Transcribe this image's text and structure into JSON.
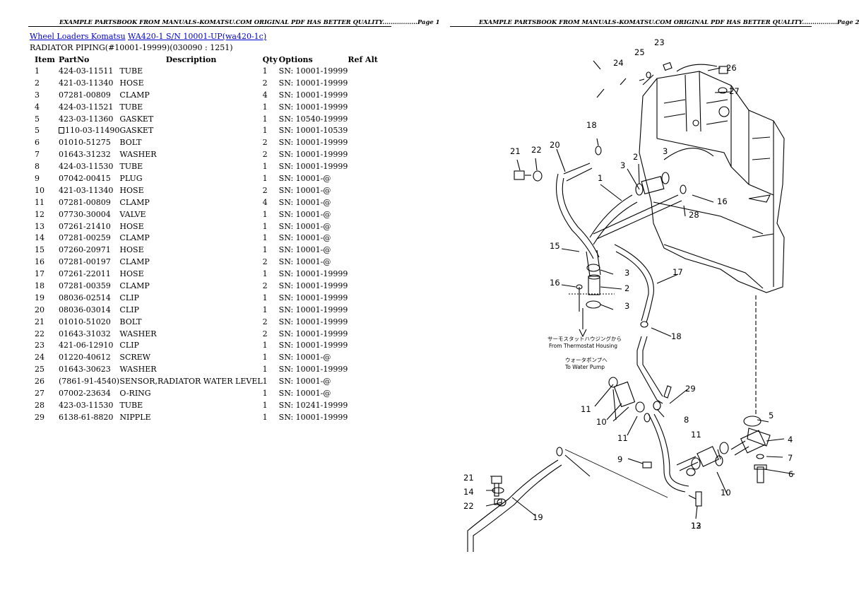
{
  "header": {
    "left": "EXAMPLE PARTSBOOK FROM MANUALS-KOMATSU.COM ORIGINAL PDF HAS BETTER QUALITY.................Page 1",
    "right": "EXAMPLE PARTSBOOK FROM MANUALS-KOMATSU.COM ORIGINAL PDF HAS BETTER QUALITY.................Page 2"
  },
  "breadcrumb": {
    "link1": "Wheel Loaders Komatsu",
    "link2": "WA420-1 S/N 10001-UP(wa420-1c)"
  },
  "subtitle": "RADIATOR PIPING(#10001-19999)(030090 : 1251)",
  "columns": {
    "item": "Item",
    "partno": "PartNo",
    "description": "Description",
    "qty": "Qty",
    "options": "Options",
    "refalt": "Ref Alt"
  },
  "rows": [
    {
      "item": "1",
      "partno": "424-03-11511",
      "desc": "TUBE",
      "qty": "1",
      "opt": "SN: 10001-19999"
    },
    {
      "item": "2",
      "partno": "421-03-11340",
      "desc": "HOSE",
      "qty": "2",
      "opt": "SN: 10001-19999"
    },
    {
      "item": "3",
      "partno": "07281-00809",
      "desc": "CLAMP",
      "qty": "4",
      "opt": "SN: 10001-19999"
    },
    {
      "item": "4",
      "partno": "424-03-11521",
      "desc": "TUBE",
      "qty": "1",
      "opt": "SN: 10001-19999"
    },
    {
      "item": "5",
      "partno": "423-03-11360",
      "desc": "GASKET",
      "qty": "1",
      "opt": "SN: 10540-19999"
    },
    {
      "item": "5",
      "partno": "110-03-11490",
      "desc": "GASKET",
      "qty": "1",
      "opt": "SN: 10001-10539",
      "box": true
    },
    {
      "item": "6",
      "partno": "01010-51275",
      "desc": "BOLT",
      "qty": "2",
      "opt": "SN: 10001-19999"
    },
    {
      "item": "7",
      "partno": "01643-31232",
      "desc": "WASHER",
      "qty": "2",
      "opt": "SN: 10001-19999"
    },
    {
      "item": "8",
      "partno": "424-03-11530",
      "desc": "TUBE",
      "qty": "1",
      "opt": "SN: 10001-19999"
    },
    {
      "item": "9",
      "partno": "07042-00415",
      "desc": "PLUG",
      "qty": "1",
      "opt": "SN: 10001-@"
    },
    {
      "item": "10",
      "partno": "421-03-11340",
      "desc": "HOSE",
      "qty": "2",
      "opt": "SN: 10001-@"
    },
    {
      "item": "11",
      "partno": "07281-00809",
      "desc": "CLAMP",
      "qty": "4",
      "opt": "SN: 10001-@"
    },
    {
      "item": "12",
      "partno": "07730-30004",
      "desc": "VALVE",
      "qty": "1",
      "opt": "SN: 10001-@"
    },
    {
      "item": "13",
      "partno": "07261-21410",
      "desc": "HOSE",
      "qty": "1",
      "opt": "SN: 10001-@"
    },
    {
      "item": "14",
      "partno": "07281-00259",
      "desc": "CLAMP",
      "qty": "1",
      "opt": "SN: 10001-@"
    },
    {
      "item": "15",
      "partno": "07260-20971",
      "desc": "HOSE",
      "qty": "1",
      "opt": "SN: 10001-@"
    },
    {
      "item": "16",
      "partno": "07281-00197",
      "desc": "CLAMP",
      "qty": "2",
      "opt": "SN: 10001-@"
    },
    {
      "item": "17",
      "partno": "07261-22011",
      "desc": "HOSE",
      "qty": "1",
      "opt": "SN: 10001-19999"
    },
    {
      "item": "18",
      "partno": "07281-00359",
      "desc": "CLAMP",
      "qty": "2",
      "opt": "SN: 10001-19999"
    },
    {
      "item": "19",
      "partno": "08036-02514",
      "desc": "CLIP",
      "qty": "1",
      "opt": "SN: 10001-19999"
    },
    {
      "item": "20",
      "partno": "08036-03014",
      "desc": "CLIP",
      "qty": "1",
      "opt": "SN: 10001-19999"
    },
    {
      "item": "21",
      "partno": "01010-51020",
      "desc": "BOLT",
      "qty": "2",
      "opt": "SN: 10001-19999"
    },
    {
      "item": "22",
      "partno": "01643-31032",
      "desc": "WASHER",
      "qty": "2",
      "opt": "SN: 10001-19999"
    },
    {
      "item": "23",
      "partno": "421-06-12910",
      "desc": "CLIP",
      "qty": "1",
      "opt": "SN: 10001-19999"
    },
    {
      "item": "24",
      "partno": "01220-40612",
      "desc": "SCREW",
      "qty": "1",
      "opt": "SN: 10001-@"
    },
    {
      "item": "25",
      "partno": "01643-30623",
      "desc": "WASHER",
      "qty": "1",
      "opt": "SN: 10001-19999"
    },
    {
      "item": "26",
      "partno": "(7861-91-4540)",
      "desc": "SENSOR,RADIATOR WATER LEVEL",
      "qty": "1",
      "opt": "SN: 10001-@"
    },
    {
      "item": "27",
      "partno": "07002-23634",
      "desc": "O-RING",
      "qty": "1",
      "opt": "SN: 10001-@"
    },
    {
      "item": "28",
      "partno": "423-03-11530",
      "desc": "TUBE",
      "qty": "1",
      "opt": "SN: 10241-19999"
    },
    {
      "item": "29",
      "partno": "6138-61-8820",
      "desc": "NIPPLE",
      "qty": "1",
      "opt": "SN: 10001-19999"
    }
  ],
  "diagram": {
    "labels": [
      "23",
      "25",
      "24",
      "26",
      "27",
      "18",
      "21",
      "22",
      "20",
      "2",
      "3",
      "1",
      "3",
      "16",
      "28",
      "15",
      "3",
      "17",
      "16",
      "2",
      "3",
      "18",
      "29",
      "5",
      "11",
      "10",
      "11",
      "8",
      "4",
      "7",
      "11",
      "9",
      "10",
      "6",
      "21",
      "14",
      "22",
      "19",
      "13",
      "12"
    ],
    "note_thermostat_jp": "サーモスタットハウジングから",
    "note_thermostat_en": "From Thermostat Housing",
    "note_pump_jp": "ウォータポンプへ",
    "note_pump_en": "To Water Pump"
  }
}
